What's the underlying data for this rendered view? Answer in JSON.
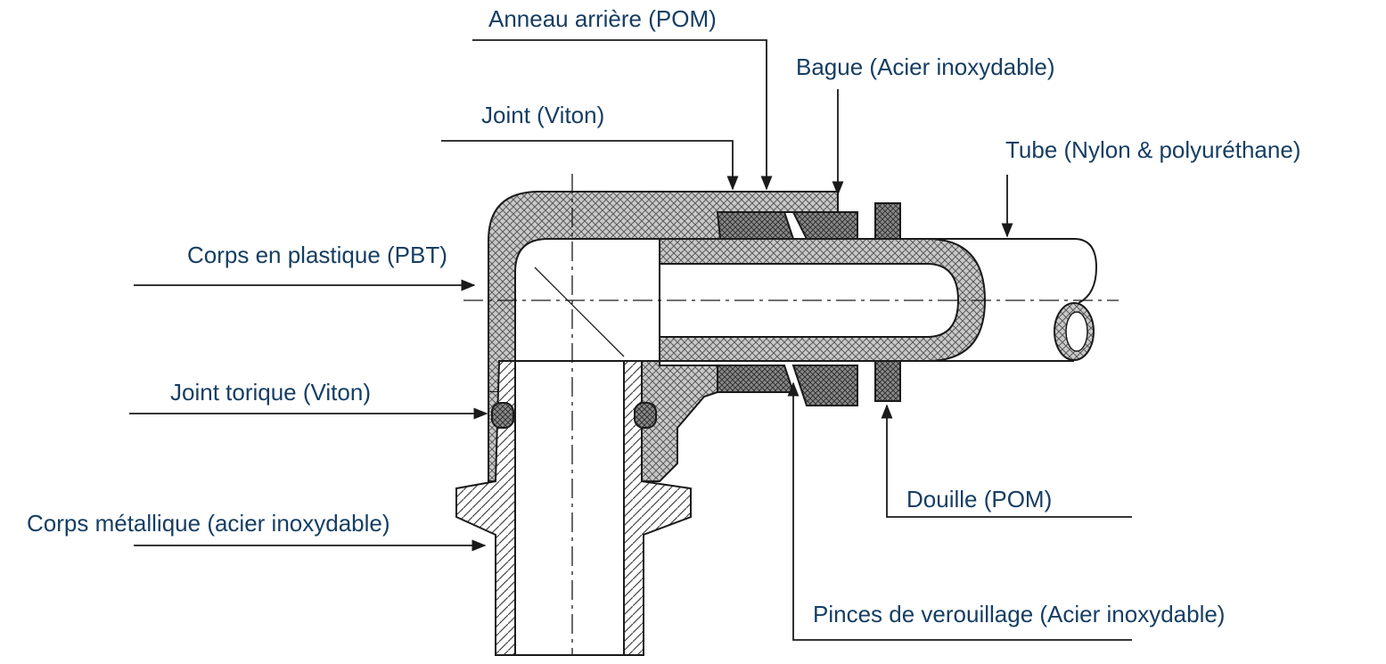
{
  "diagram": {
    "colors": {
      "label_text": "#163e63",
      "line": "#1a1a1a",
      "hatch_fill": "#9a9a9a",
      "background": "#ffffff"
    },
    "labels": {
      "anneau_arriere": "Anneau arrière (POM)",
      "bague": "Bague (Acier inoxydable)",
      "joint": "Joint (Viton)",
      "tube": "Tube  (Nylon & polyuréthane)",
      "corps_plastique": "Corps en plastique (PBT)",
      "joint_torique": "Joint torique (Viton)",
      "douille": "Douille  (POM)",
      "corps_metallique": "Corps métallique (acier inoxydable)",
      "pinces": "Pinces de verouillage (Acier inoxydable)"
    }
  }
}
